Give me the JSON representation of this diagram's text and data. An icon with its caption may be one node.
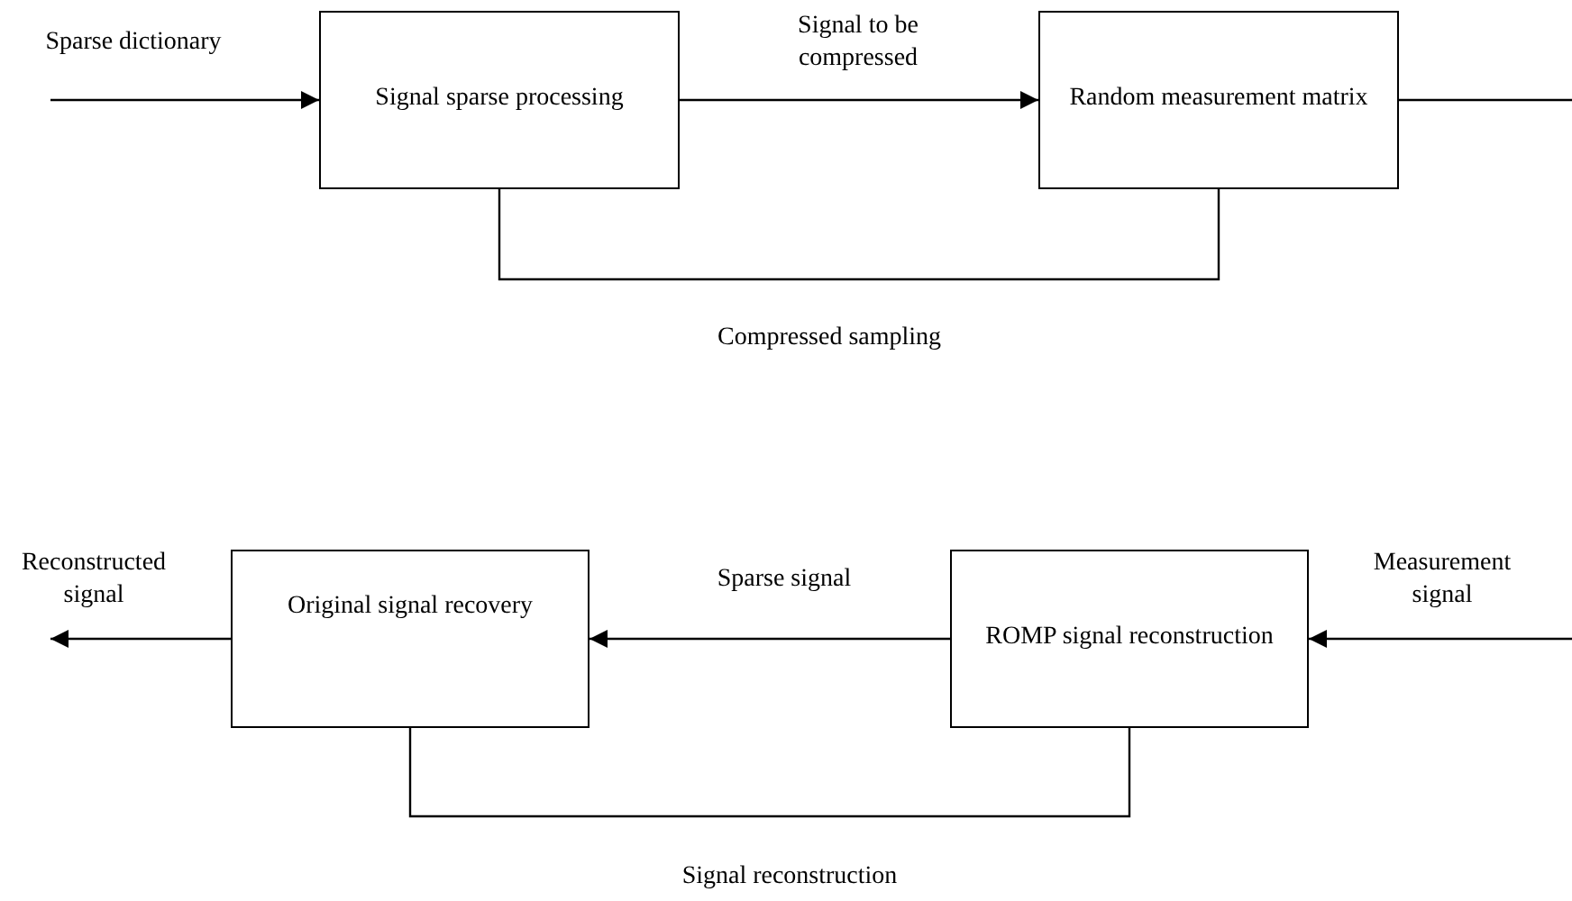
{
  "diagram": {
    "nodes": [
      {
        "text": [
          "Signal sparse processing"
        ]
      },
      {
        "text": [
          "Random measurement matrix"
        ]
      },
      {
        "text": [
          "Original signal recovery"
        ]
      },
      {
        "text": [
          "ROMP signal reconstruction"
        ]
      }
    ],
    "edges": [
      {
        "from": null,
        "to": 0,
        "arrow": "to",
        "label": "Sparse dictionary"
      },
      {
        "from": 0,
        "to": 1,
        "arrow": "to",
        "label": "Signal to be compressed"
      },
      {
        "from": 1,
        "to": null,
        "arrow": "none"
      },
      {
        "from": 0,
        "to": 1,
        "arrow": "none"
      },
      {
        "from": 3,
        "to": 2,
        "arrow": "to",
        "label": "Sparse signal"
      },
      {
        "from": null,
        "to": 3,
        "arrow": "to",
        "label": "Measurement signal"
      },
      {
        "from": 2,
        "to": null,
        "arrow": "to",
        "label": "Reconstructed signal"
      },
      {
        "from": 2,
        "to": 3,
        "arrow": "none"
      }
    ],
    "labels": [
      "Compressed sampling",
      "Signal reconstruction"
    ]
  }
}
